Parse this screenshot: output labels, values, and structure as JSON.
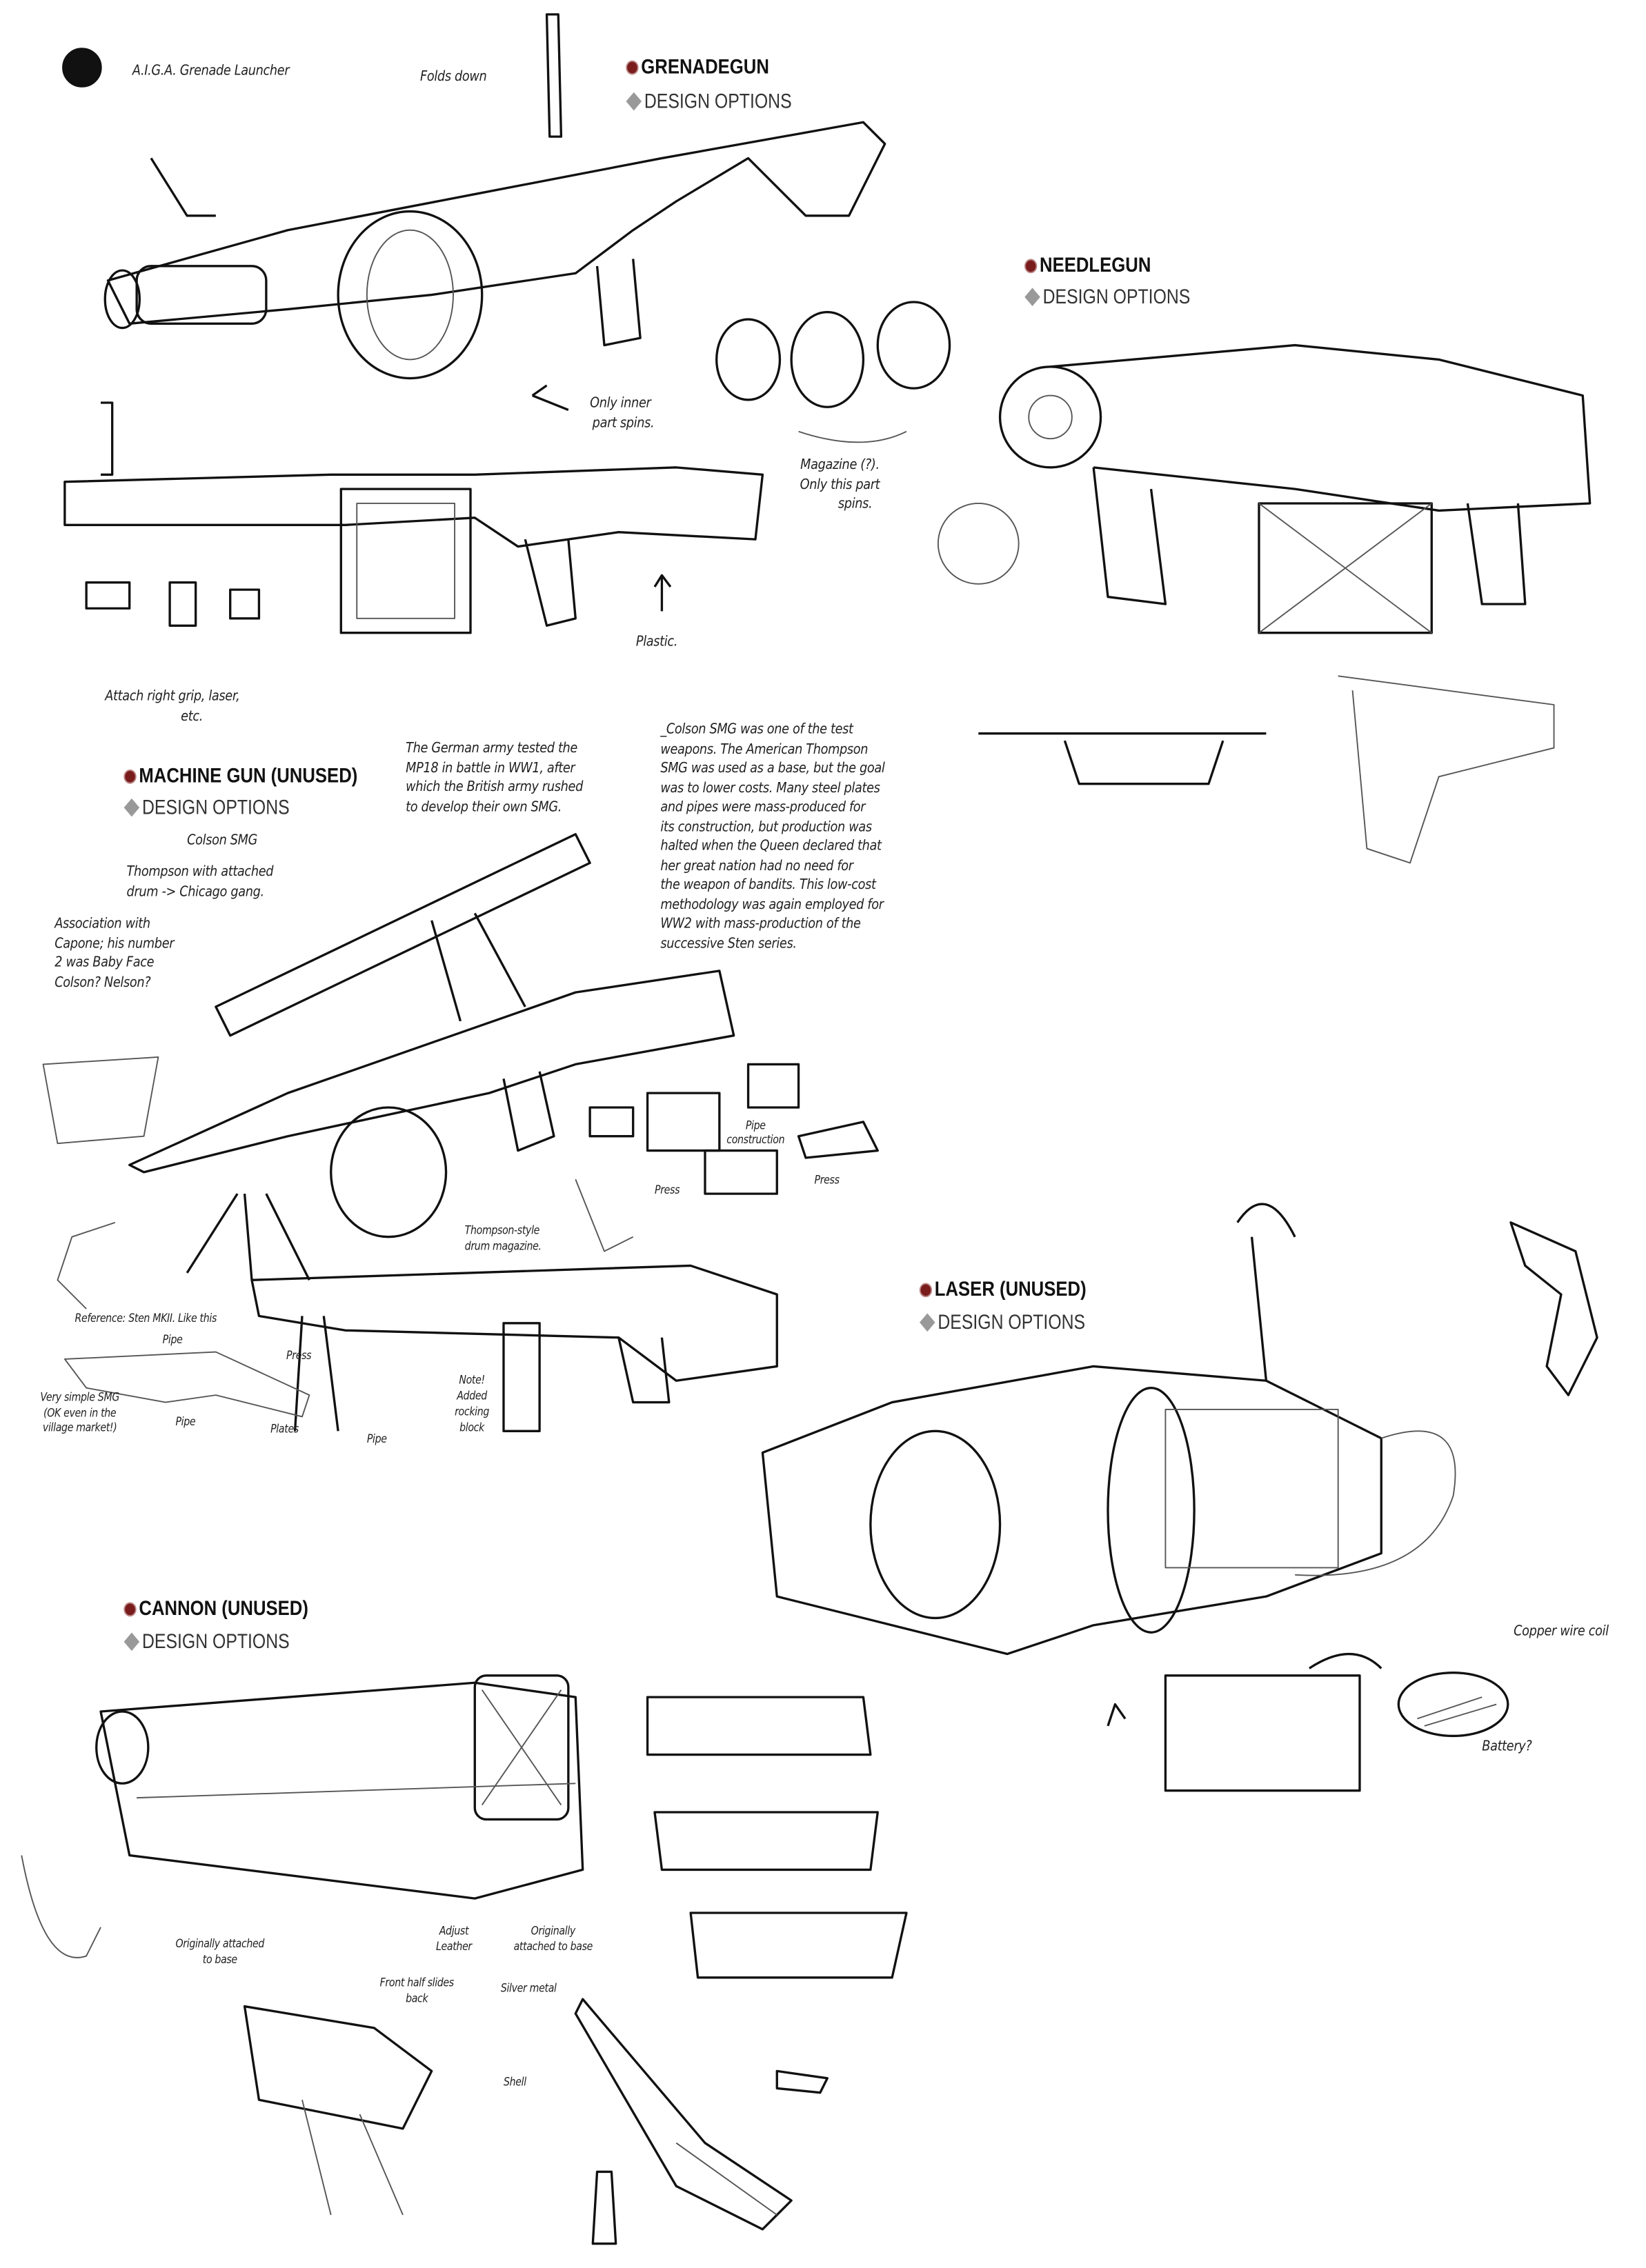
{
  "page_title": "A.I.G.A. Grenade Launcher",
  "sections": {
    "grenadegun": {
      "title": "GRENADEGUN",
      "subtitle": "DESIGN OPTIONS"
    },
    "needlegun": {
      "title": "NEEDLEGUN",
      "subtitle": "DESIGN OPTIONS"
    },
    "machinegun": {
      "title": "MACHINE GUN (UNUSED)",
      "subtitle": "DESIGN OPTIONS"
    },
    "laser": {
      "title": "LASER (UNUSED)",
      "subtitle": "DESIGN OPTIONS"
    },
    "cannon": {
      "title": "CANNON (UNUSED)",
      "subtitle": "DESIGN OPTIONS"
    }
  },
  "notes": {
    "folds_down": "Folds down",
    "inner_spins": [
      "Only inner",
      "part spins."
    ],
    "magazine": [
      "Magazine (?).",
      "Only this part",
      "spins."
    ],
    "plastic": "Plastic.",
    "attach": [
      "Attach right grip, laser,",
      "etc."
    ],
    "german": [
      "The German army tested the",
      "MP18 in battle in WW1, after",
      "which the British army rushed",
      "to develop their own SMG."
    ],
    "colson_para": [
      "_Colson SMG was one of the test",
      "weapons. The American Thompson",
      "SMG was used as a base, but the goal",
      "was to lower costs. Many steel plates",
      "and pipes were mass-produced for",
      "its construction, but production was",
      "halted when the Queen declared that",
      "her great nation had no need for",
      "the weapon of bandits. This low-cost",
      "methodology was again employed for",
      "WW2 with mass-production of the",
      "successive Sten series."
    ],
    "colson_smg": "Colson SMG",
    "thompson": [
      "Thompson with attached",
      "drum -> Chicago gang."
    ],
    "association": [
      "Association with",
      "Capone; his number",
      "2 was Baby Face",
      "Colson? Nelson?"
    ],
    "pipe_construction": [
      "Pipe",
      "construction"
    ],
    "press1": "Press",
    "press2": "Press",
    "drum": [
      "Thompson-style",
      "drum magazine."
    ],
    "reference": "Reference: Sten MKII. Like this",
    "pipe_a": "Pipe",
    "press3": "Press",
    "very_simple": [
      "Very simple SMG",
      "(OK even in the",
      "village market!)"
    ],
    "pipe_b": "Pipe",
    "plates": "Plates",
    "pipe_c": "Pipe",
    "rocking": [
      "Note!",
      "Added",
      "rocking",
      "block"
    ],
    "copper": "Copper wire coil",
    "battery": "Battery?",
    "orig1": [
      "Originally attached",
      "to base"
    ],
    "adjust": [
      "Adjust",
      "Leather"
    ],
    "orig2": [
      "Originally",
      "attached to base"
    ],
    "front_half": [
      "Front half slides",
      "back"
    ],
    "silver": "Silver metal",
    "shell": "Shell"
  },
  "colors": {
    "accent_dot": "#7a1c1c",
    "diamond": "#999999",
    "ink": "#111111"
  }
}
